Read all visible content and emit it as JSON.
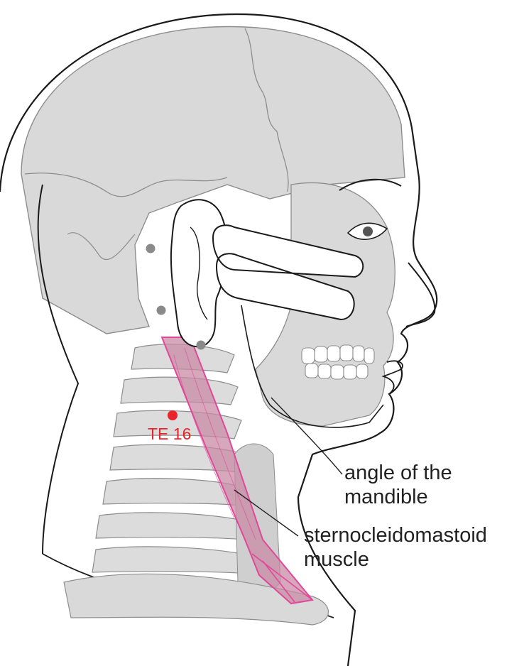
{
  "colors": {
    "skin_outline": "#1a1a1a",
    "bone_fill": "#d9d9d9",
    "bone_line": "#9a9a9a",
    "muscle_fill": "#c98aa4",
    "muscle_edge": "#e0489a",
    "point_red": "#e8232b",
    "marker_gray": "#8a8a8a",
    "ear_fill": "#ffffff"
  },
  "labels": {
    "point": "TE 16",
    "angle_line1": "angle of the",
    "angle_line2": "mandible",
    "scm_line1": "sternocleidomastoid",
    "scm_line2": "muscle"
  },
  "icons": {
    "point_marker": "red-dot-icon",
    "reference_marker": "gray-dot-icon"
  }
}
